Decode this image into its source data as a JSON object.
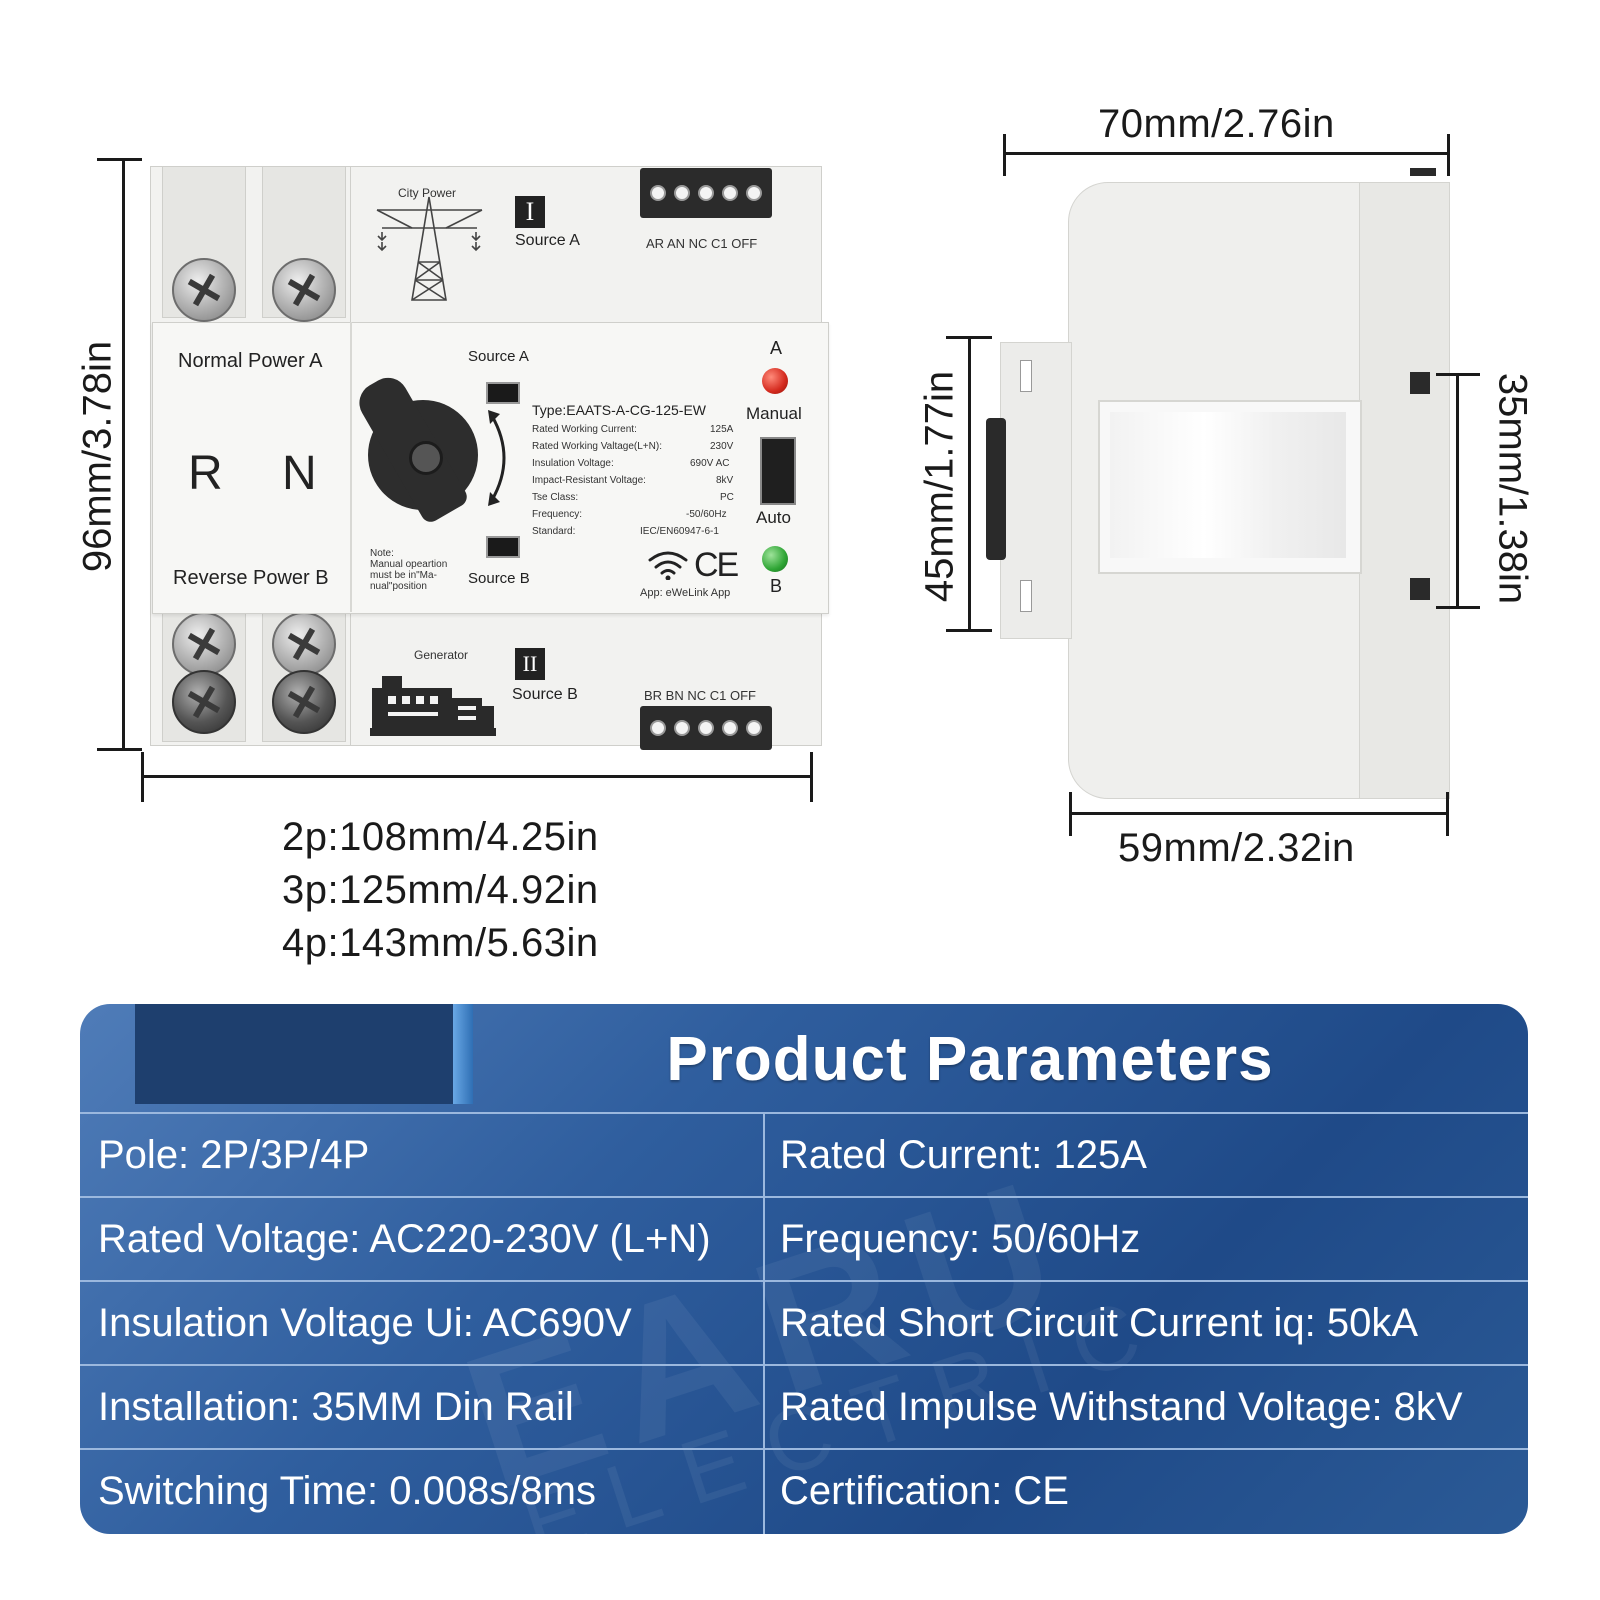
{
  "front_view": {
    "height_dim": "96mm/3.78in",
    "width_dims": [
      "2p:108mm/4.25in",
      "3p:125mm/4.92in",
      "4p:143mm/5.63in"
    ],
    "top_module": {
      "city_power": "City Power",
      "source_a": "Source A",
      "roman": "I",
      "terminal_label": "AR AN NC C1 OFF"
    },
    "bottom_module": {
      "generator": "Generator",
      "source_b": "Source B",
      "roman": "II",
      "terminal_label": "BR BN NC C1 OFF"
    },
    "left_panel": {
      "normal_power": "Normal Power A",
      "r": "R",
      "n": "N",
      "reverse_power": "Reverse Power B"
    },
    "center_panel": {
      "source_a": "Source A",
      "source_b": "Source B",
      "note_lines": [
        "Note:",
        "Manual opeartion",
        "must be in\"Ma-",
        "nual\"position"
      ],
      "type": "Type:EAATS-A-CG-125-EW",
      "specs": [
        {
          "k": "Rated Working Current:",
          "v": "125A"
        },
        {
          "k": "Rated Working Valtage(L+N):",
          "v": "230V"
        },
        {
          "k": "Insulation Voltage:",
          "v": "690V AC"
        },
        {
          "k": "Impact-Resistant Voltage:",
          "v": "8kV"
        },
        {
          "k": "Tse Class:",
          "v": "PC"
        },
        {
          "k": "Frequency:",
          "v": "-50/60Hz"
        },
        {
          "k": "Standard:",
          "v": "IEC/EN60947-6-1"
        }
      ],
      "ce": "CE",
      "app": "App: eWeLink App",
      "led_a": "A",
      "led_b": "B",
      "manual": "Manual",
      "auto": "Auto",
      "led_red": "#d42a1e",
      "led_green": "#2fa535"
    }
  },
  "side_view": {
    "top_dim": "70mm/2.76in",
    "bottom_dim": "59mm/2.32in",
    "left_dim": "45mm/1.77in",
    "right_dim": "35mm/1.38in"
  },
  "parameters": {
    "title": "Product Parameters",
    "watermark": "EARU",
    "watermark_sub": "ELECTRIC",
    "rows": [
      {
        "left": "Pole: 2P/3P/4P",
        "right": "Rated Current: 125A"
      },
      {
        "left": "Rated Voltage: AC220-230V (L+N)",
        "right": "Frequency: 50/60Hz"
      },
      {
        "left": "Insulation Voltage Ui: AC690V",
        "right": "Rated Short Circuit Current iq: 50kA"
      },
      {
        "left": "Installation: 35MM Din Rail",
        "right": "Rated Impulse Withstand Voltage: 8kV"
      },
      {
        "left": "Switching Time: 0.008s/8ms",
        "right": "Certification: CE"
      }
    ]
  }
}
